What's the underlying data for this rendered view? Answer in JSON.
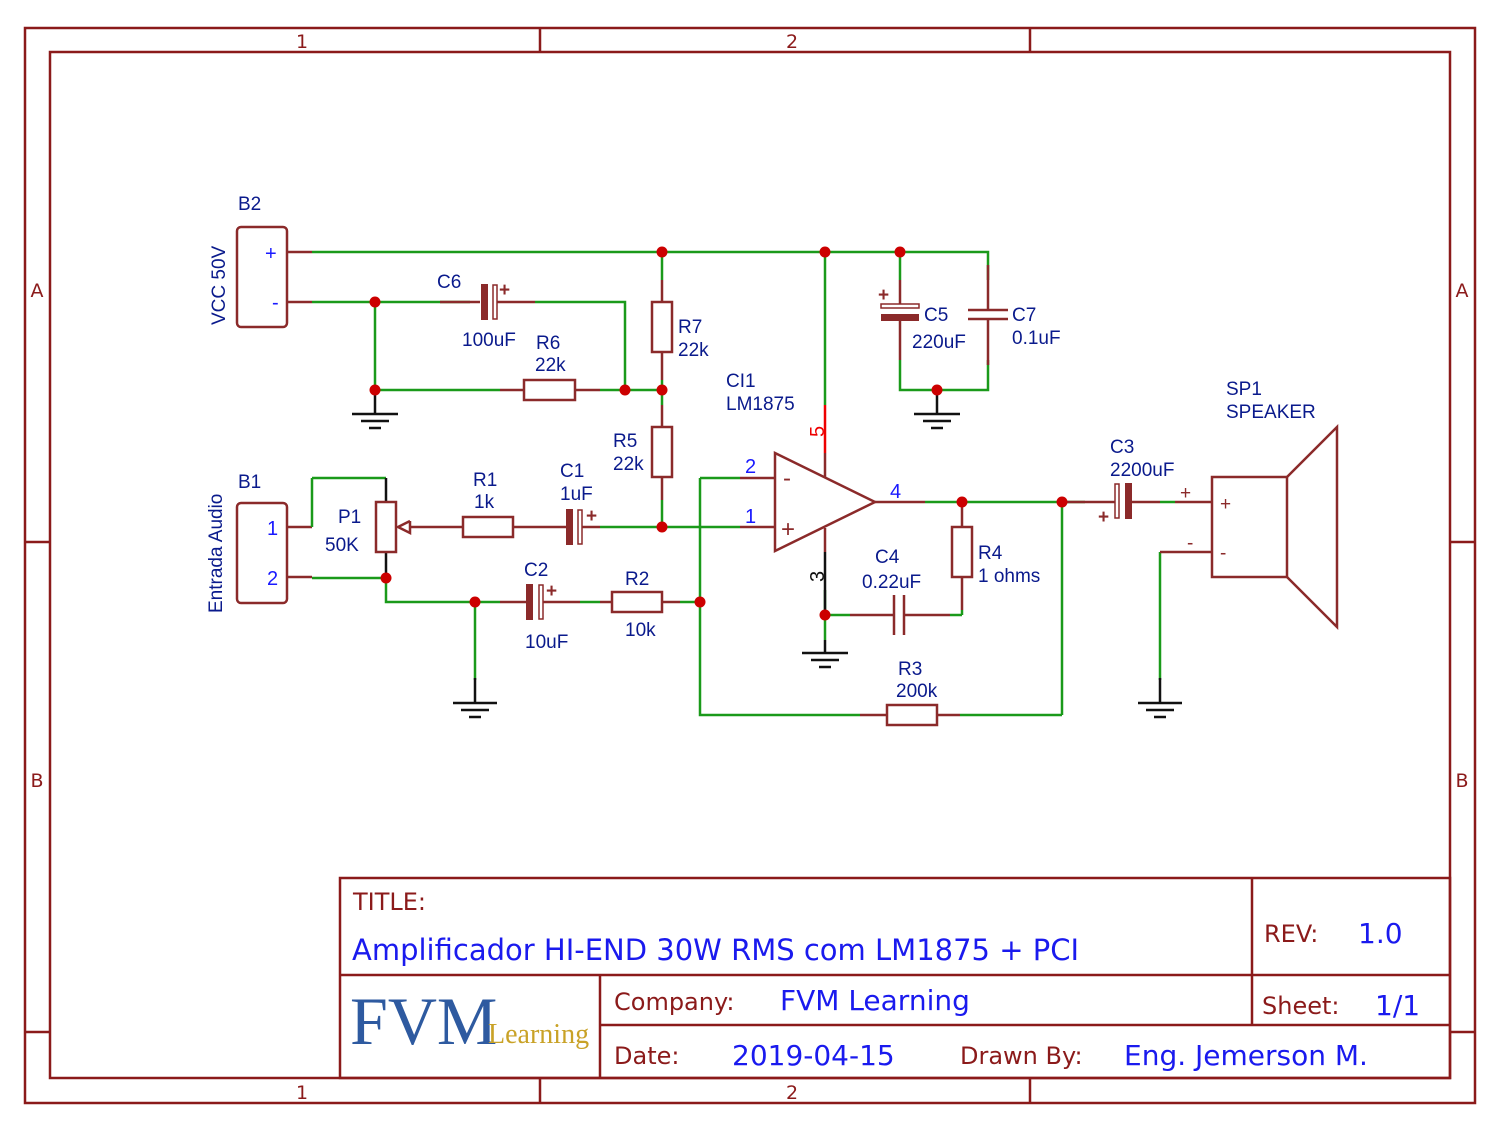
{
  "zones": {
    "columns": [
      "1",
      "2"
    ],
    "rows": [
      "A",
      "B"
    ]
  },
  "components": {
    "B2": {
      "ref": "B2",
      "value": "VCC 50V",
      "pins": [
        "+",
        "-"
      ]
    },
    "B1": {
      "ref": "B1",
      "value": "Entrada Audio",
      "pins": [
        "1",
        "2"
      ]
    },
    "C6": {
      "ref": "C6",
      "value": "100uF"
    },
    "R6": {
      "ref": "R6",
      "value": "22k"
    },
    "R7": {
      "ref": "R7",
      "value": "22k"
    },
    "R5": {
      "ref": "R5",
      "value": "22k"
    },
    "P1": {
      "ref": "P1",
      "value": "50K"
    },
    "R1": {
      "ref": "R1",
      "value": "1k"
    },
    "C1": {
      "ref": "C1",
      "value": "1uF"
    },
    "C2": {
      "ref": "C2",
      "value": "10uF"
    },
    "R2": {
      "ref": "R2",
      "value": "10k"
    },
    "CI1": {
      "ref": "CI1",
      "value": "LM1875",
      "pins": {
        "inv": "2",
        "noninv": "1",
        "out": "4",
        "vcc": "5",
        "gnd": "3"
      }
    },
    "C5": {
      "ref": "C5",
      "value": "220uF"
    },
    "C7": {
      "ref": "C7",
      "value": "0.1uF"
    },
    "C4": {
      "ref": "C4",
      "value": "0.22uF"
    },
    "R4": {
      "ref": "R4",
      "value": "1 ohms"
    },
    "R3": {
      "ref": "R3",
      "value": "200k"
    },
    "C3": {
      "ref": "C3",
      "value": "2200uF"
    },
    "SP1": {
      "ref": "SP1",
      "value": "SPEAKER",
      "pins": [
        "+",
        "-"
      ]
    }
  },
  "symbols": {
    "plus": "+",
    "minus": "-"
  },
  "title_block": {
    "title_label": "TITLE:",
    "title": "Amplificador HI-END 30W RMS com LM1875 + PCI",
    "rev_label": "REV:",
    "rev": "1.0",
    "company_label": "Company:",
    "company": "FVM Learning",
    "sheet_label": "Sheet:",
    "sheet": "1/1",
    "date_label": "Date:",
    "date": "2019-04-15",
    "drawn_label": "Drawn By:",
    "drawn_by": "Eng. Jemerson M.",
    "logo_main": "FVM",
    "logo_sub": "Learning"
  }
}
